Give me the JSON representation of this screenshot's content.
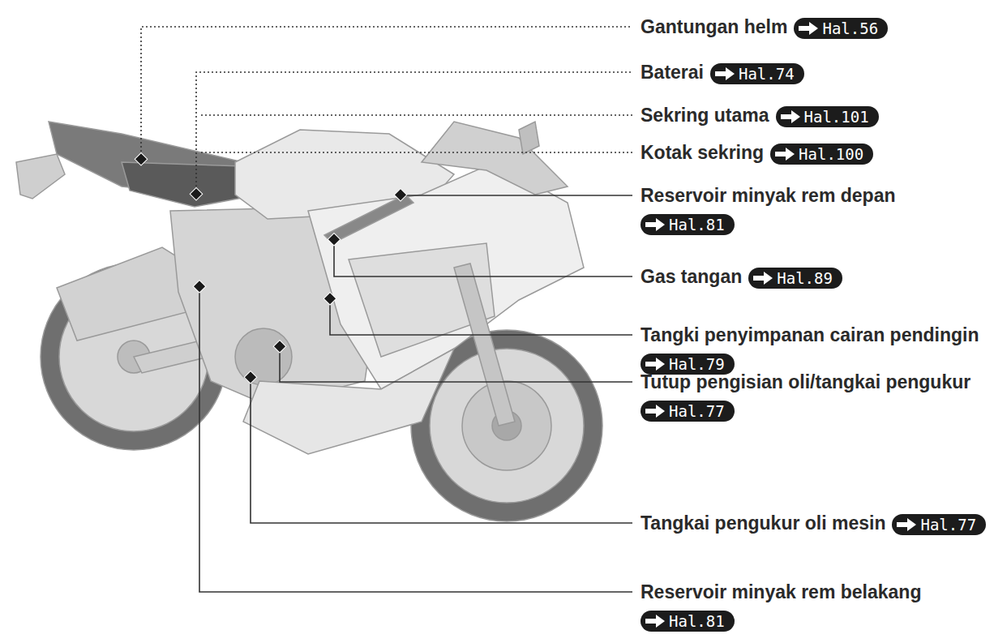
{
  "diagram": {
    "labels": [
      "Gantungan helm",
      "Hal.56",
      "Baterai",
      "Hal.74",
      "Sekring utama",
      "Hal.101",
      "Kotak sekring",
      "Hal.100",
      "Reservoir minyak rem depan",
      "Hal.81",
      "Gas tangan",
      "Hal.89",
      "Tangki penyimpanan cairan pendingin",
      "Hal.79",
      "Tutup pengisian oli/tangkai pengukur",
      "Hal.77",
      "Tangkai pengukur oli mesin",
      "Hal.77",
      "Reservoir minyak rem belakang",
      "Hal.81"
    ]
  }
}
